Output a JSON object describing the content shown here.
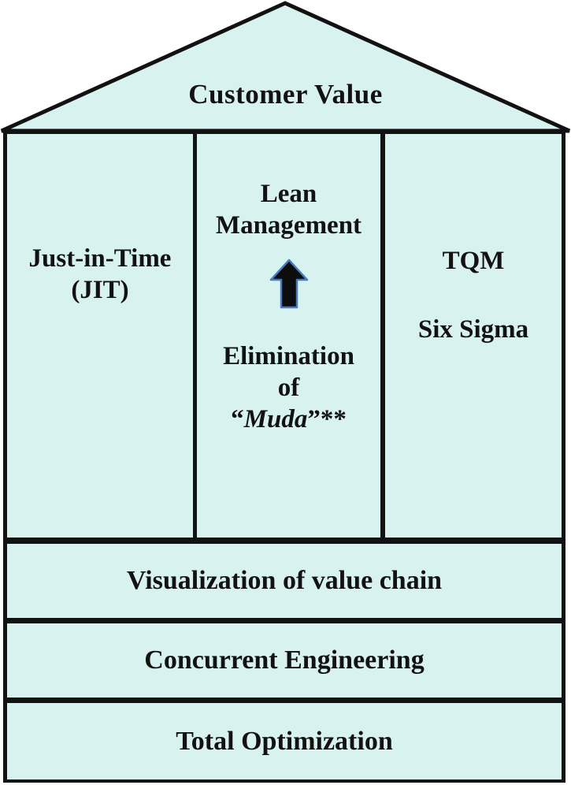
{
  "figure": {
    "kind": "house-of-lean-diagram"
  },
  "colors": {
    "panel_fill": "#d8f2ef",
    "line": "#121212",
    "text": "#121212",
    "arrow_fill": "#0d0d0d",
    "arrow_outline": "#4a7dbf"
  },
  "roof": {
    "label": "Customer Value"
  },
  "pillars": [
    {
      "name": "jit",
      "lines": [
        "Just-in-Time",
        "(JIT)"
      ]
    },
    {
      "name": "lean-management",
      "top_lines": [
        "Lean",
        "Management"
      ],
      "arrow": {
        "icon": "up-arrow-icon",
        "direction": "up"
      },
      "bottom_lines": [
        "Elimination",
        "of"
      ],
      "muda_prefix": "“",
      "muda_word": "Muda",
      "muda_suffix": "”**"
    },
    {
      "name": "tqm-six-sigma",
      "lines": [
        "TQM",
        "Six Sigma"
      ]
    }
  ],
  "foundation_rows": [
    {
      "label": "Visualization of value chain"
    },
    {
      "label": "Concurrent Engineering"
    },
    {
      "label": "Total Optimization"
    }
  ]
}
